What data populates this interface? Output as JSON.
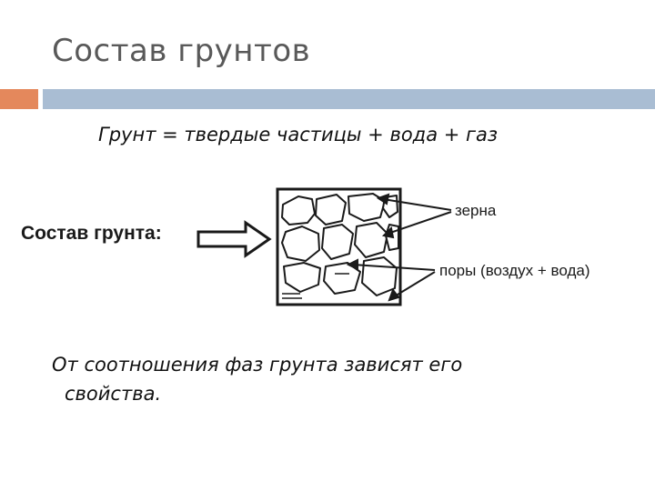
{
  "slide": {
    "title": "Состав грунтов",
    "formula": "Грунт = твердые частицы + вода + газ",
    "diagram": {
      "label_left": "Состав грунта:",
      "label_grains": "зерна",
      "label_pores": "поры (воздух + вода)"
    },
    "conclusion_line1": "От соотношения фаз грунта зависят его",
    "conclusion_line2": "свойства."
  },
  "colors": {
    "accent_orange": "#e4885c",
    "accent_blue": "#a9bdd3",
    "title_gray": "#595959"
  }
}
